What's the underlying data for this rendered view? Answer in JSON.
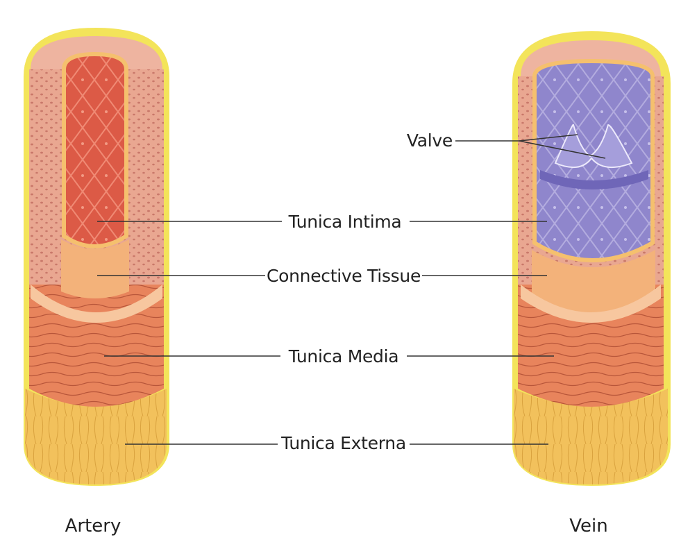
{
  "labels": {
    "valve": "Valve",
    "tunica_intima": "Tunica Intima",
    "connective_tissue": "Connective Tissue",
    "tunica_media": "Tunica Media",
    "tunica_externa": "Tunica Externa"
  },
  "captions": {
    "artery": "Artery",
    "vein": "Vein"
  },
  "colors": {
    "outline_yellow": "#f3e45a",
    "externa": "#f2c15c",
    "media": "#e8845c",
    "pink_wall": "#e9a791",
    "artery_lumen": "#dc5a46",
    "vein_lumen": "#8f86cc",
    "connective": "#f3b27a"
  }
}
